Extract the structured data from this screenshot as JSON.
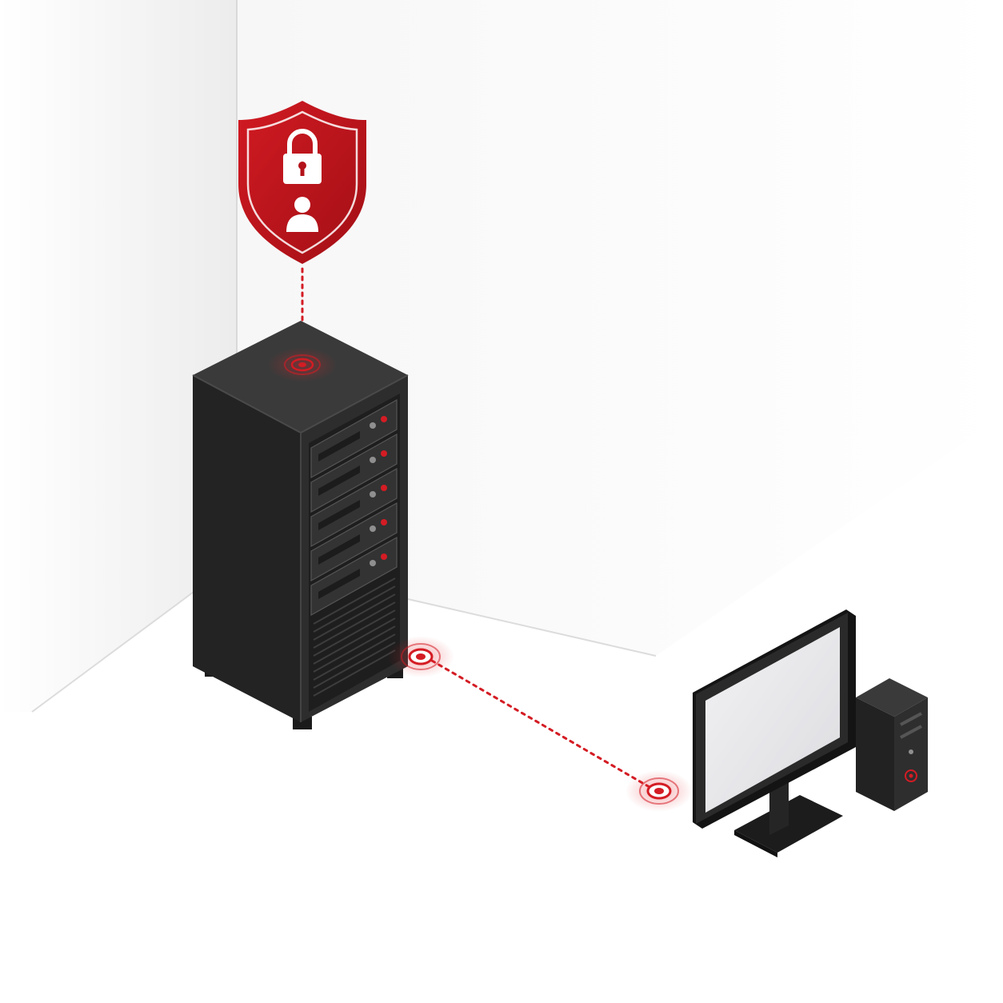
{
  "scene": {
    "background": "#ffffff",
    "wall_color": "#f1f1f1",
    "floor_color": "#fbfbfb"
  },
  "colors": {
    "accent": "#c8171e",
    "accent_dark": "#9d0f15",
    "device_body": "#2b2b2b",
    "device_dark": "#1a1a1a",
    "device_edge": "#3c3c3c",
    "screen": "#e7e7ea",
    "indicator_gray": "#8f8f8f"
  },
  "nodes": [
    {
      "id": "security-shield",
      "icon": "shield-lock-user-icon"
    },
    {
      "id": "server-rack",
      "icon": "server-rack-icon",
      "drive_bays": 5
    },
    {
      "id": "workstation",
      "icon": "desktop-computer-icon"
    }
  ],
  "connections": [
    {
      "from": "security-shield",
      "to": "server-rack",
      "style": "dotted"
    },
    {
      "from": "server-rack",
      "to": "workstation",
      "style": "dotted"
    }
  ],
  "markers": [
    {
      "name": "rack-top-target-marker",
      "icon": "target-ring-icon"
    },
    {
      "name": "rack-base-target-marker",
      "icon": "target-ring-icon"
    },
    {
      "name": "workstation-target-marker",
      "icon": "target-ring-icon"
    }
  ]
}
